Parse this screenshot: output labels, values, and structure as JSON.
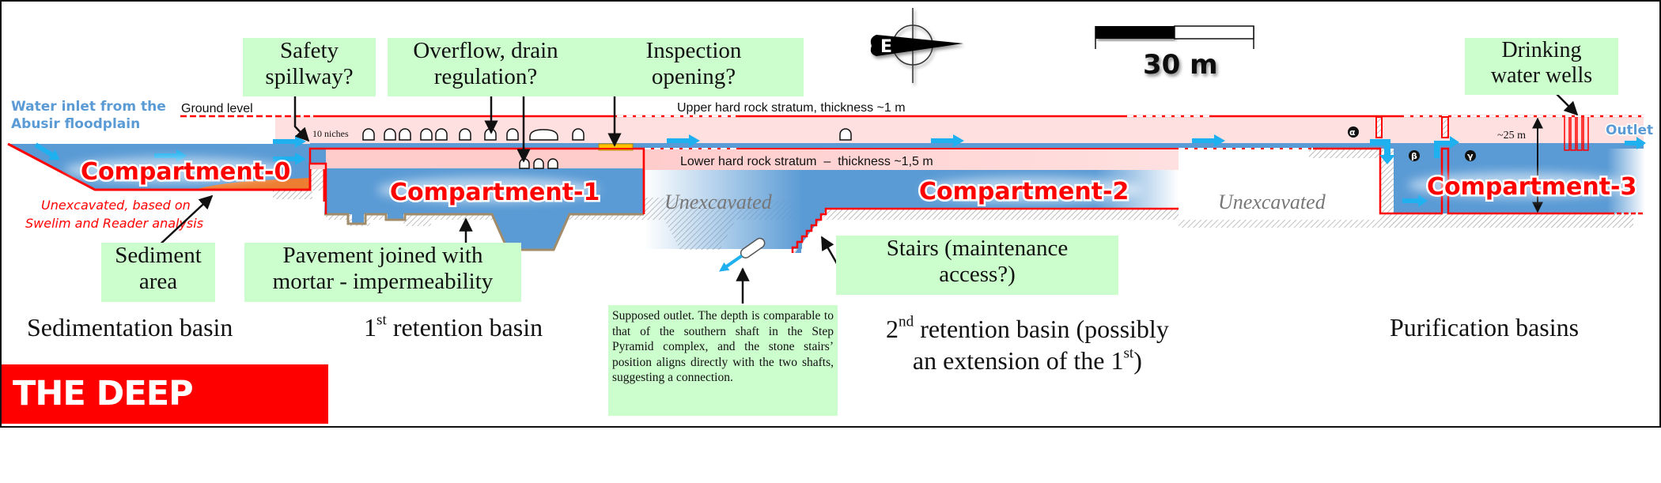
{
  "title": "THE DEEP TRENCH",
  "compass": {
    "direction_letter": "E",
    "icon": "compass-east-icon"
  },
  "scale_bar": {
    "label": "30 m"
  },
  "callouts": {
    "safety_spillway": [
      "Safety",
      "spillway?"
    ],
    "overflow": [
      "Overflow, drain",
      "regulation?"
    ],
    "inspection": [
      "Inspection",
      "opening?"
    ],
    "drinking_wells": [
      "Drinking",
      "water wells"
    ],
    "sediment_area": [
      "Sediment",
      "area"
    ],
    "pavement": [
      "Pavement joined with",
      "mortar - impermeability"
    ],
    "stairs": [
      "Stairs (maintenance",
      "access?)"
    ],
    "supposed_outlet": "Supposed outlet. The depth is comparable to that of the southern shaft in the Step Pyramid complex, and the stone stairs’ position aligns directly with the two shafts, suggesting a connection."
  },
  "diagram_labels": {
    "water_inlet": [
      "Water inlet from the",
      "Abusir floodplain"
    ],
    "ground_level": "Ground level",
    "niches": "10 niches",
    "upper_stratum": "Upper hard rock stratum, thickness ~1 m",
    "lower_stratum": "Lower hard rock stratum  –  thickness ~1,5 m",
    "unexcavated_note": [
      "Unexcavated, based on",
      "Swelim and Reader analysis"
    ],
    "unexcavated": "Unexcavated",
    "outlet": "Outlet",
    "depth": "~25 m",
    "alpha": "α",
    "beta": "β",
    "gamma": "γ"
  },
  "compartments": [
    "Compartment-0",
    "Compartment-1",
    "Compartment-2",
    "Compartment-3"
  ],
  "basins": {
    "sedimentation": "Sedimentation basin",
    "first_retention_num": "1",
    "first_retention_sup": "st",
    "first_retention_rest": " retention basin",
    "second_retention_num": "2",
    "second_retention_sup": "nd",
    "second_retention_line1_rest": " retention basin (possibly",
    "second_retention_line2": "an extension of the 1",
    "second_retention_line2_sup": "st",
    "second_retention_line2_end": ")",
    "purification": "Purification basins"
  },
  "colors": {
    "water": "#5b9bd5",
    "rock_pink": "#ffe0e0",
    "rock_pink_dark": "#ffcccc",
    "wall_red": "#ff0000",
    "sediment": "#ed7d31",
    "pavement": "#a08c6a",
    "callout_green": "#ccfdcc",
    "arrow_blue": "#1fb0f0",
    "inspection_yellow": "#ffc000"
  }
}
